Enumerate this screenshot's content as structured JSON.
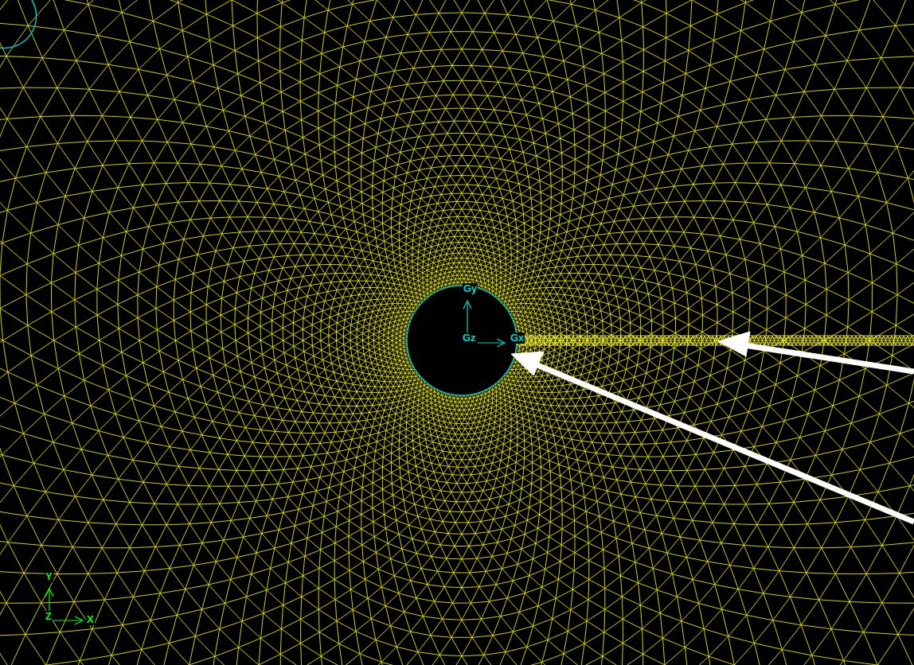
{
  "diagram": {
    "labels": [
      "Gy",
      "Gz",
      "Gx",
      "Y",
      "Z",
      "X"
    ]
  }
}
